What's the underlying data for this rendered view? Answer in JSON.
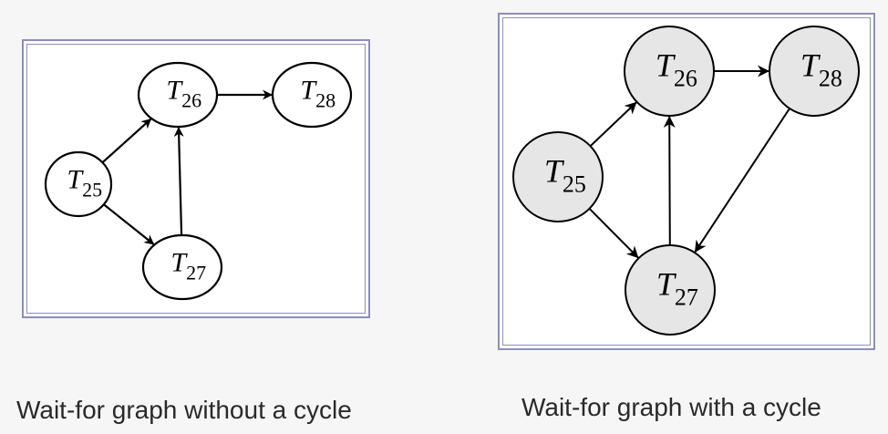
{
  "diagrams": [
    {
      "caption": "Wait-for graph without a cycle",
      "nodes": [
        {
          "id": "T25",
          "label": "T",
          "sub": "25"
        },
        {
          "id": "T26",
          "label": "T",
          "sub": "26"
        },
        {
          "id": "T27",
          "label": "T",
          "sub": "27"
        },
        {
          "id": "T28",
          "label": "T",
          "sub": "28"
        }
      ],
      "edges": [
        {
          "from": "T25",
          "to": "T26"
        },
        {
          "from": "T25",
          "to": "T27"
        },
        {
          "from": "T27",
          "to": "T26"
        },
        {
          "from": "T26",
          "to": "T28"
        }
      ],
      "node_fill": "#ffffff"
    },
    {
      "caption": "Wait-for graph with a cycle",
      "nodes": [
        {
          "id": "T25",
          "label": "T",
          "sub": "25"
        },
        {
          "id": "T26",
          "label": "T",
          "sub": "26"
        },
        {
          "id": "T27",
          "label": "T",
          "sub": "27"
        },
        {
          "id": "T28",
          "label": "T",
          "sub": "28"
        }
      ],
      "edges": [
        {
          "from": "T25",
          "to": "T26"
        },
        {
          "from": "T25",
          "to": "T27"
        },
        {
          "from": "T27",
          "to": "T26"
        },
        {
          "from": "T26",
          "to": "T28"
        },
        {
          "from": "T28",
          "to": "T27"
        }
      ],
      "node_fill": "#e6e6e6"
    }
  ]
}
